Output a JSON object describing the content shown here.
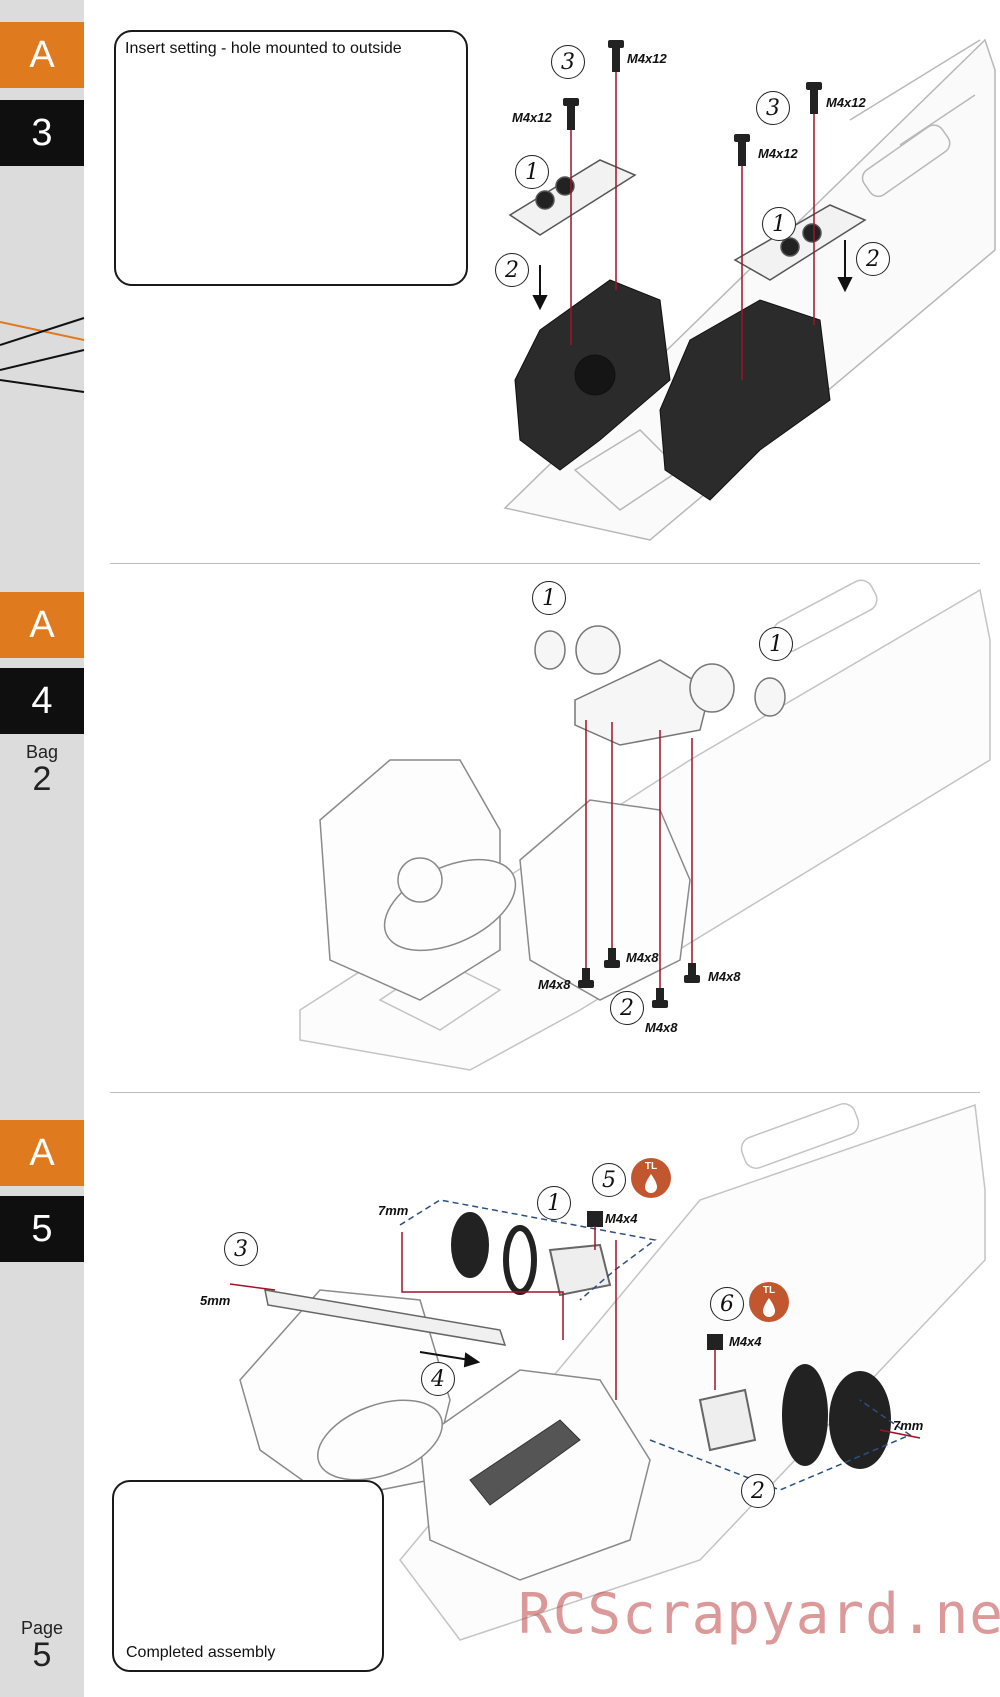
{
  "sidebar": {
    "steps": [
      {
        "letter": "A",
        "number": "3"
      },
      {
        "letter": "A",
        "number": "4"
      },
      {
        "letter": "A",
        "number": "5"
      }
    ],
    "bag_label": "Bag",
    "bag_number": "2",
    "page_label": "Page",
    "page_number": "5"
  },
  "step3": {
    "inset_caption": "Insert setting - hole mounted to outside",
    "callouts": [
      "3",
      "1",
      "2",
      "3",
      "1",
      "2"
    ],
    "screws": [
      "M4x12",
      "M4x12",
      "M4x12",
      "M4x12"
    ]
  },
  "step4": {
    "callouts": [
      "1",
      "1",
      "2"
    ],
    "screws": [
      "M4x8",
      "M4x8",
      "M4x8",
      "M4x8"
    ]
  },
  "step5": {
    "callouts": [
      "1",
      "5",
      "3",
      "4",
      "6",
      "2"
    ],
    "tl_label": "TL",
    "screws": [
      "M4x4",
      "M4x4"
    ],
    "sizes": [
      "7mm",
      "5mm",
      "7mm"
    ],
    "inset_caption": "Completed assembly"
  },
  "watermark": "RCScrapyard.net",
  "colors": {
    "accent": "#e07a1f",
    "step_black": "#0f0f0f",
    "guide_line": "#a0122a",
    "sidebar": "#dcdcdc"
  }
}
